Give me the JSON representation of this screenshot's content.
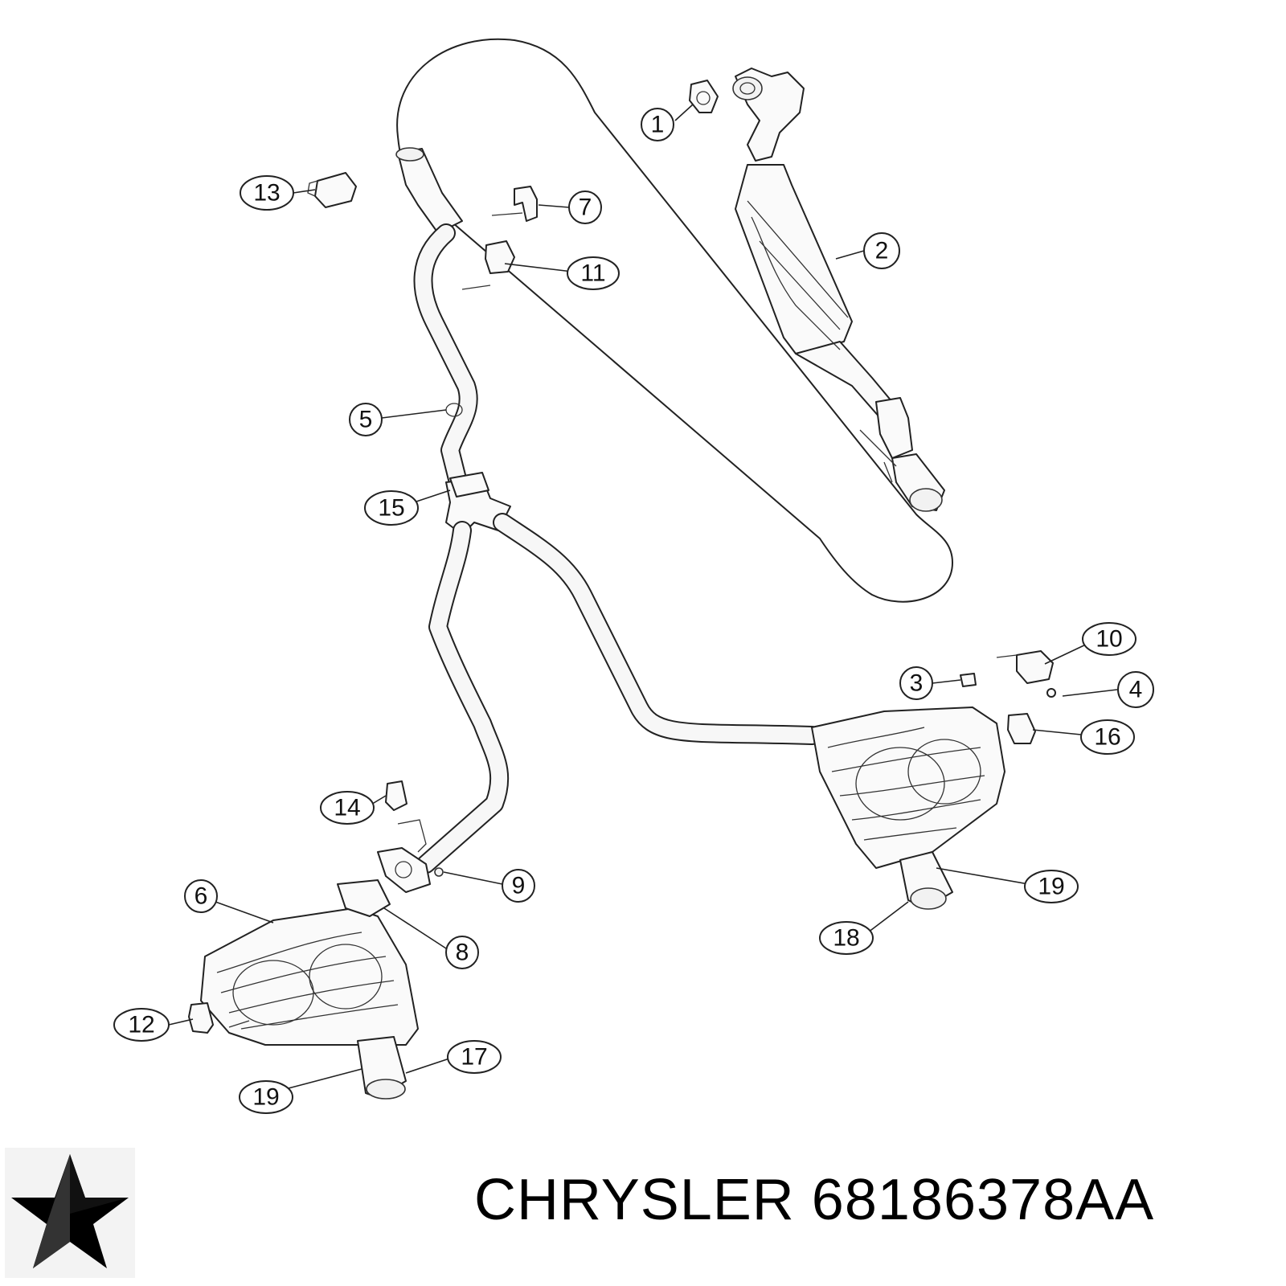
{
  "diagram": {
    "callouts": [
      {
        "id": "c1",
        "label": "1"
      },
      {
        "id": "c2",
        "label": "2"
      },
      {
        "id": "c3",
        "label": "3"
      },
      {
        "id": "c4",
        "label": "4"
      },
      {
        "id": "c5",
        "label": "5"
      },
      {
        "id": "c6",
        "label": "6"
      },
      {
        "id": "c7",
        "label": "7"
      },
      {
        "id": "c8",
        "label": "8"
      },
      {
        "id": "c9",
        "label": "9"
      },
      {
        "id": "c10",
        "label": "10"
      },
      {
        "id": "c11",
        "label": "11"
      },
      {
        "id": "c12",
        "label": "12"
      },
      {
        "id": "c13",
        "label": "13"
      },
      {
        "id": "c14",
        "label": "14"
      },
      {
        "id": "c15",
        "label": "15"
      },
      {
        "id": "c16",
        "label": "16"
      },
      {
        "id": "c17",
        "label": "17"
      },
      {
        "id": "c18",
        "label": "18"
      },
      {
        "id": "c19a",
        "label": "19"
      },
      {
        "id": "c19b",
        "label": "19"
      }
    ]
  },
  "footer": {
    "brand": "CHRYSLER",
    "part_number": "68186378AA",
    "title": "CHRYSLER 68186378AA",
    "logo_icon": "chrysler-pentastar-icon"
  }
}
